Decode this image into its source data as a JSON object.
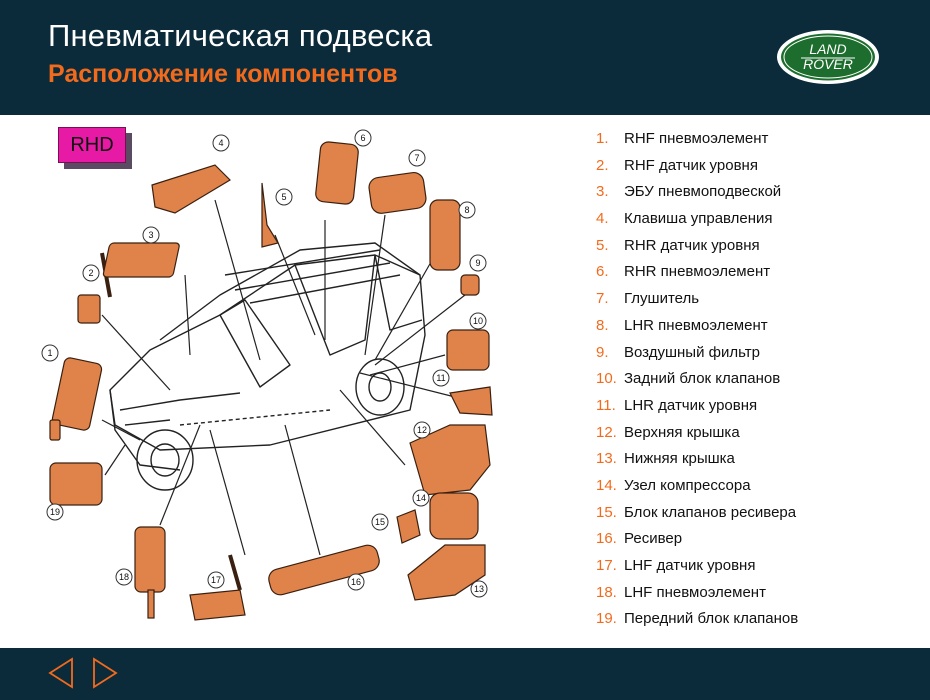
{
  "header": {
    "title": "Пневматическая подвеска",
    "subtitle": "Расположение компонентов",
    "logo": {
      "line1": "LAND",
      "line2": "ROVER",
      "icon": "land-rover-logo"
    }
  },
  "badge": "RHD",
  "colors": {
    "header_bg": "#0b2a3a",
    "accent": "#f26b1d",
    "badge": "#e61aa5",
    "component": "#e0834a"
  },
  "legend": [
    {
      "num": "1.",
      "label": "RHF пневмоэлемент"
    },
    {
      "num": "2.",
      "label": "RHF датчик уровня"
    },
    {
      "num": "3.",
      "label": "ЭБУ пневмоподвеской"
    },
    {
      "num": "4.",
      "label": "Клавиша управления"
    },
    {
      "num": "5.",
      "label": "RHR датчик уровня"
    },
    {
      "num": "6.",
      "label": "RHR пневмоэлемент"
    },
    {
      "num": "7.",
      "label": "Глушитель"
    },
    {
      "num": "8.",
      "label": "LHR пневмоэлемент"
    },
    {
      "num": "9.",
      "label": "Воздушный фильтр"
    },
    {
      "num": "10.",
      "label": "Задний блок клапанов"
    },
    {
      "num": "11.",
      "label": "LHR датчик уровня"
    },
    {
      "num": "12.",
      "label": "Верхняя крышка"
    },
    {
      "num": "13.",
      "label": "Нижняя крышка"
    },
    {
      "num": "14.",
      "label": "Узел компрессора"
    },
    {
      "num": "15.",
      "label": "Блок клапанов ресивера"
    },
    {
      "num": "16.",
      "label": "Ресивер"
    },
    {
      "num": "17.",
      "label": "LHF датчик уровня"
    },
    {
      "num": "18.",
      "label": "LHF пневмоэлемент"
    },
    {
      "num": "19.",
      "label": "Передний блок клапанов"
    }
  ],
  "callouts": [
    "1",
    "2",
    "3",
    "4",
    "5",
    "6",
    "7",
    "8",
    "9",
    "10",
    "11",
    "12",
    "13",
    "14",
    "15",
    "16",
    "17",
    "18",
    "19"
  ],
  "nav": {
    "prev_icon": "triangle-left-icon",
    "next_icon": "triangle-right-icon"
  }
}
